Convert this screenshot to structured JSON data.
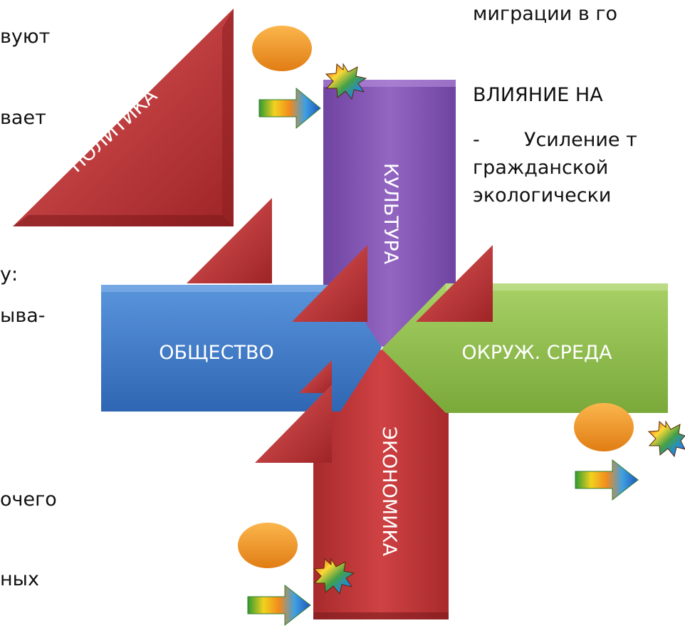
{
  "left_text_fragments": [
    "вуют",
    "вает",
    "у:",
    "ыва-",
    "очего",
    "ных"
  ],
  "right_text": {
    "line1": "миграции в го",
    "heading": "ВЛИЯНИЕ НА",
    "bullet_dash": "-",
    "line2": "Усиление т",
    "line3": "гражданской",
    "line4": "экологически"
  },
  "diagram": {
    "politics_label": "ПОЛИТИКА",
    "culture_label": "КУЛЬТУРА",
    "society_label": "ОБЩЕСТВО",
    "environment_label": "ОКРУЖ. СРЕДА",
    "economy_label": "ЭКОНОМИКА"
  },
  "colors": {
    "politics": "#c0393b",
    "culture": "#8a5bb4",
    "society": "#3f7fcf",
    "environment": "#8fc34a",
    "economy": "#c0393b",
    "oval": "#f39a2c"
  },
  "icons": [
    "rainbow-arrow-icon",
    "rainbow-star-burst-icon",
    "orange-oval-icon"
  ]
}
